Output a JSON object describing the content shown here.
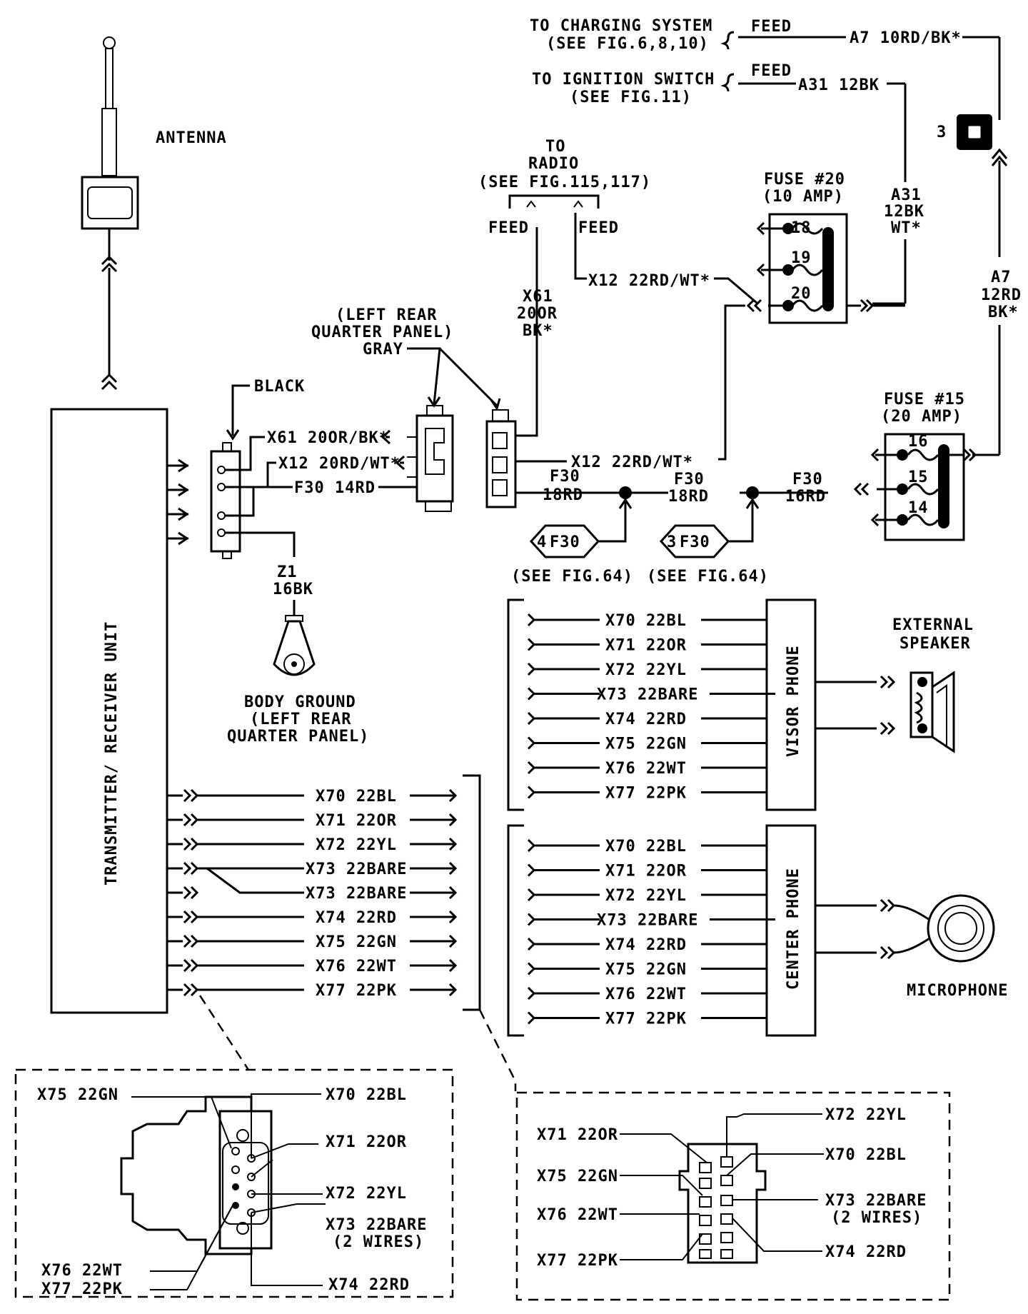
{
  "top_feeds": {
    "charging": {
      "line1": "TO CHARGING SYSTEM",
      "line2": "(SEE FIG.6,8,10)",
      "feed": "FEED",
      "wire": "A7 10RD/BK*"
    },
    "ignition": {
      "line1": "TO IGNITION SWITCH",
      "line2": "(SEE FIG.11)",
      "feed": "FEED",
      "wire": "A31 12BK"
    }
  },
  "antenna": {
    "label": "ANTENNA"
  },
  "connector_3": {
    "number": "3"
  },
  "radio": {
    "line1": "TO",
    "line2": "RADIO",
    "line3": "(SEE FIG.115,117)",
    "feed_left": "FEED",
    "feed_right": "FEED"
  },
  "fuse20": {
    "title": "FUSE #20",
    "rating": "(10 AMP)",
    "pins": [
      "18",
      "19",
      "20"
    ]
  },
  "fuse15": {
    "title": "FUSE #15",
    "rating": "(20 AMP)",
    "pins": [
      "16",
      "15",
      "14"
    ]
  },
  "wires": {
    "a31_vert": [
      "A31",
      "12BK",
      "WT*"
    ],
    "a7_vert": [
      "A7",
      "12RD",
      "BK*"
    ],
    "x12_upper": "X12 22RD/WT*",
    "x61_vert": [
      "X61",
      "20OR",
      "BK*"
    ],
    "x12_mid": "X12 22RD/WT*",
    "f30_a": [
      "F30",
      "18RD"
    ],
    "f30_b": [
      "F30",
      "18RD"
    ],
    "f30_c": [
      "F30",
      "16RD"
    ],
    "black_conn_x61": "X61 20OR/BK*",
    "black_conn_x12": "X12 20RD/WT*",
    "black_conn_f30": "F30 14RD",
    "z1": [
      "Z1",
      "16BK"
    ]
  },
  "connectors": {
    "quarter_panel": [
      "(LEFT REAR",
      "QUARTER PANEL)",
      "GRAY"
    ],
    "black": "BLACK"
  },
  "splices": [
    {
      "num": "4",
      "code": "F30",
      "ref": "(SEE FIG.64)"
    },
    {
      "num": "3",
      "code": "F30",
      "ref": "(SEE FIG.64)"
    }
  ],
  "ground": {
    "line1": "BODY GROUND",
    "line2": "(LEFT REAR",
    "line3": "QUARTER PANEL)"
  },
  "unit": {
    "label": "TRANSMITTER/ RECEIVER UNIT"
  },
  "unit_wires": [
    "X70 22BL",
    "X71 22OR",
    "X72 22YL",
    "X73 22BARE",
    "X73 22BARE",
    "X74 22RD",
    "X75 22GN",
    "X76 22WT",
    "X77 22PK"
  ],
  "visor": {
    "label": "VISOR PHONE",
    "wires": [
      "X70 22BL",
      "X71 22OR",
      "X72 22YL",
      "X73 22BARE",
      "X74 22RD",
      "X75 22GN",
      "X76 22WT",
      "X77 22PK"
    ]
  },
  "center": {
    "label": "CENTER PHONE",
    "wires": [
      "X70 22BL",
      "X71 22OR",
      "X72 22YL",
      "X73 22BARE",
      "X74 22RD",
      "X75 22GN",
      "X76 22WT",
      "X77 22PK"
    ]
  },
  "speaker": {
    "line1": "EXTERNAL",
    "line2": "SPEAKER"
  },
  "microphone": {
    "label": "MICROPHONE"
  },
  "detail_left": {
    "left": [
      "X75 22GN",
      "X76 22WT",
      "X77 22PK"
    ],
    "right": [
      "X70 22BL",
      "X71 22OR",
      "X72 22YL",
      "X73 22BARE",
      "(2 WIRES)",
      "X74 22RD"
    ]
  },
  "detail_right": {
    "left": [
      "X71 22OR",
      "X75 22GN",
      "X76 22WT",
      "X77 22PK"
    ],
    "right": [
      "X72 22YL",
      "X70 22BL",
      "X73 22BARE",
      "(2 WIRES)",
      "X74 22RD"
    ]
  }
}
